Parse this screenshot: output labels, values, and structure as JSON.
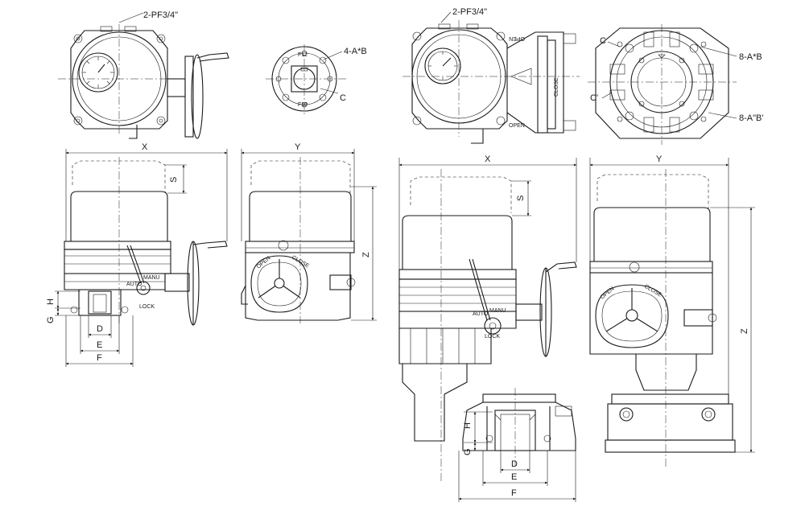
{
  "labels": {
    "pf_left": "2-PF3/4\"",
    "pf_right": "2-PF3/4\"",
    "hole_4AB": "4-A*B",
    "hole_8AB": "8-A*B",
    "hole_8AB_prime": "8-A\"B'",
    "c": "C",
    "c_prime": "C'",
    "f12": "F12",
    "f10": "F10",
    "x": "X",
    "y": "Y",
    "s": "S",
    "z": "Z",
    "h": "H",
    "g": "G",
    "d": "D",
    "e": "E",
    "f": "F",
    "open": "OPEN",
    "close": "CLOSE",
    "auto": "AUTO",
    "manu": "MANU",
    "lock": "LOCK"
  },
  "colors": {
    "line": "#1a1a1a",
    "paper": "#ffffff"
  }
}
